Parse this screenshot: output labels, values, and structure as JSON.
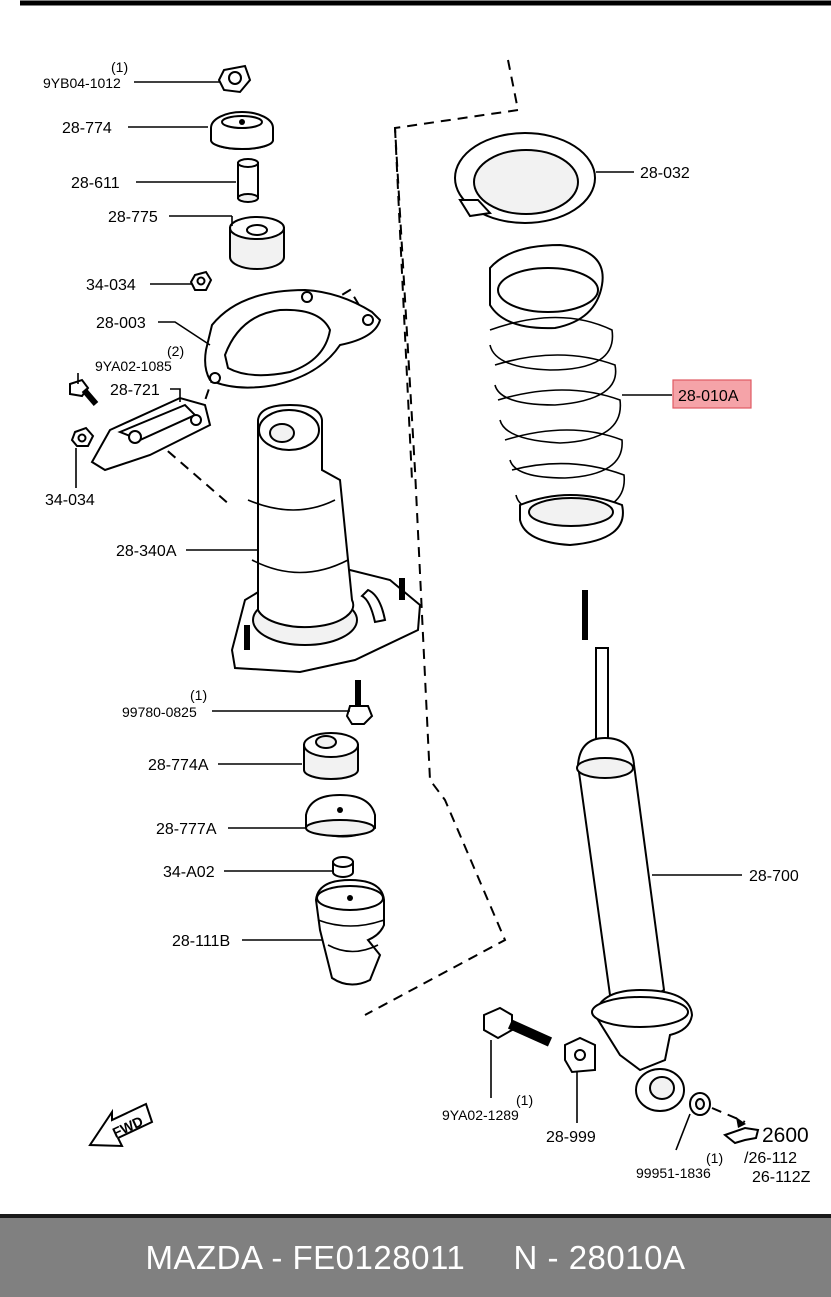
{
  "labels": {
    "q_9yb04": "(1)",
    "p_9yb04": "9YB04-1012",
    "p_28774": "28-774",
    "p_28611": "28-611",
    "p_28775": "28-775",
    "p_34034a": "34-034",
    "p_28003": "28-003",
    "q_9ya02a": "(2)",
    "p_9ya02a": "9YA02-1085",
    "p_28721": "28-721",
    "p_34034b": "34-034",
    "p_28340a": "28-340A",
    "q_99780": "(1)",
    "p_99780": "99780-0825",
    "p_28774a": "28-774A",
    "p_28777a": "28-777A",
    "p_34a02": "34-A02",
    "p_28111b": "28-111B",
    "p_28032": "28-032",
    "p_28010a": "28-010A",
    "p_28700": "28-700",
    "q_9ya02b": "(1)",
    "p_9ya02b": "9YA02-1289",
    "p_28999": "28-999",
    "q_99951": "(1)",
    "p_99951": "99951-1836",
    "ref_2600": "2600",
    "ref_26112": "/26-112",
    "ref_26112z": "26-112Z",
    "fwd": "FWD"
  },
  "highlight": {
    "part": "28-010A",
    "color": "#f5a3a8"
  },
  "footer": {
    "text": "MAZDA - FE0128011     N - 28010A"
  }
}
